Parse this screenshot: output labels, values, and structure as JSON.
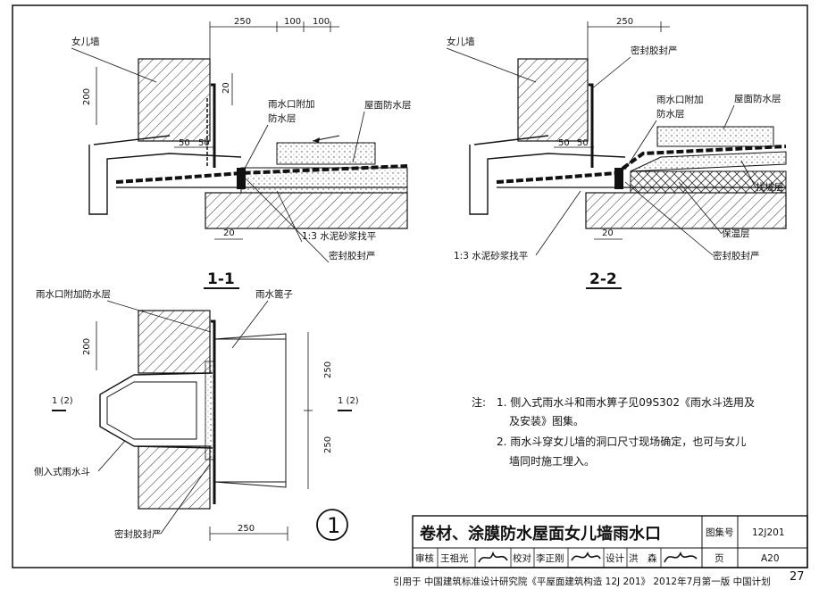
{
  "section_1_1": {
    "title": "1-1",
    "labels": {
      "parapet": "女儿墙",
      "outlet_extra_waterproof_line1": "雨水口附加",
      "outlet_extra_waterproof_line2": "防水层",
      "roof_waterproof": "屋面防水层",
      "mortar": "1:3 水泥砂浆找平",
      "sealant": "密封胶封严"
    },
    "dims": {
      "top_a": "250",
      "top_b": "100",
      "top_c": "100",
      "left_h": "200",
      "small_h": "20",
      "w1": "50",
      "w2": "50",
      "bottom_w": "20"
    }
  },
  "section_2_2": {
    "title": "2-2",
    "labels": {
      "parapet": "女儿墙",
      "sealant_top": "密封胶封严",
      "outlet_extra_waterproof_line1": "雨水口附加",
      "outlet_extra_waterproof_line2": "防水层",
      "roof_waterproof": "屋面防水层",
      "slope_layer": "找坡层",
      "insulation": "保温层",
      "sealant_bottom": "密封胶封严",
      "mortar": "1:3 水泥砂浆找平"
    },
    "dims": {
      "top_a": "250",
      "w1": "50",
      "w2": "50",
      "bottom_w": "20"
    }
  },
  "plan_view": {
    "number": "1",
    "labels": {
      "outlet_extra_waterproof": "雨水口附加防水层",
      "grate": "雨水篦子",
      "side_outlet": "侧入式雨水斗",
      "sealant": "密封胶封严",
      "cut_left": "1 (2)",
      "cut_right": "1 (2)"
    },
    "dims": {
      "left_h": "200",
      "right_top": "250",
      "right_bottom": "250",
      "bottom_w": "250"
    }
  },
  "notes": {
    "heading": "注:",
    "item1_line1": "1. 侧入式雨水斗和雨水箅子见09S302《雨水斗选用及",
    "item1_line2": "及安装》图集。",
    "item2_line1": "2. 雨水斗穿女儿墙的洞口尺寸现场确定，也可与女儿",
    "item2_line2": "墙同时施工埋入。"
  },
  "title_block": {
    "title": "卷材、涂膜防水屋面女儿墙雨水口",
    "atlas_label": "图集号",
    "atlas_value": "12J201",
    "page_label": "页",
    "page_value": "A20",
    "review_label": "审核",
    "review_name": "王祖光",
    "check_label": "校对",
    "check_name": "李正刚",
    "design_label": "设计",
    "design_name": "洪　森"
  },
  "page_number": "27",
  "footer": "引用于  中国建筑标准设计研究院《平屋面建筑构造 12J 201》 2012年7月第一版  中国计划"
}
